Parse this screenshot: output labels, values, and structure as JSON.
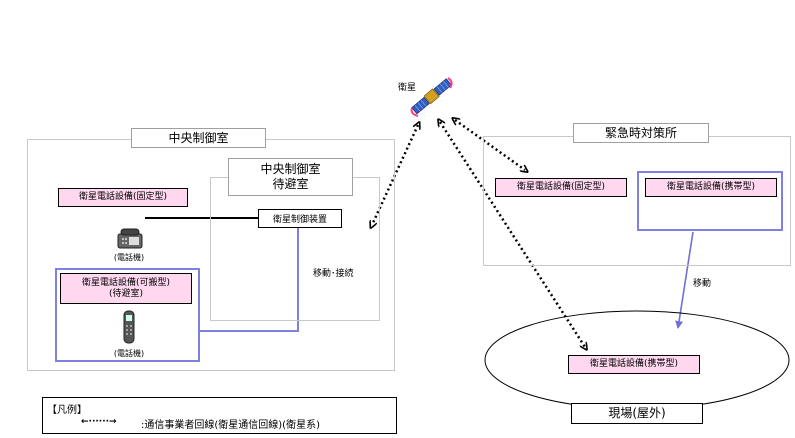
{
  "satellite": {
    "label": "衛星"
  },
  "central_control": {
    "title": "中央制御室",
    "fixed_phone": "衛星電話設備(固定型)",
    "telephone_label": "(電話機)",
    "portable_line1": "衛星電話設備(可搬型)",
    "portable_line2": "(待避室)",
    "handset_label": "(電話機)"
  },
  "shelter": {
    "title_line1": "中央制御室",
    "title_line2": "待避室",
    "controller": "衛星制御装置",
    "move_connect": "移動･接続"
  },
  "emergency": {
    "title": "緊急時対策所",
    "fixed_phone": "衛星電話設備(固定型)",
    "portable_phone": "衛星電話設備(携帯型)",
    "move": "移動"
  },
  "field": {
    "portable_phone": "衛星電話設備(携帯型)",
    "title": "現場(屋外)"
  },
  "legend": {
    "title": "【凡例】",
    "arrow_glyph": "←······→",
    "text": ":通信事業者回線(衛星通信回線)(衛星系)"
  },
  "colors": {
    "pink_fill": "#ffd8f0",
    "purple_line": "#8080e0",
    "gray_frame": "#c8c8c8"
  }
}
